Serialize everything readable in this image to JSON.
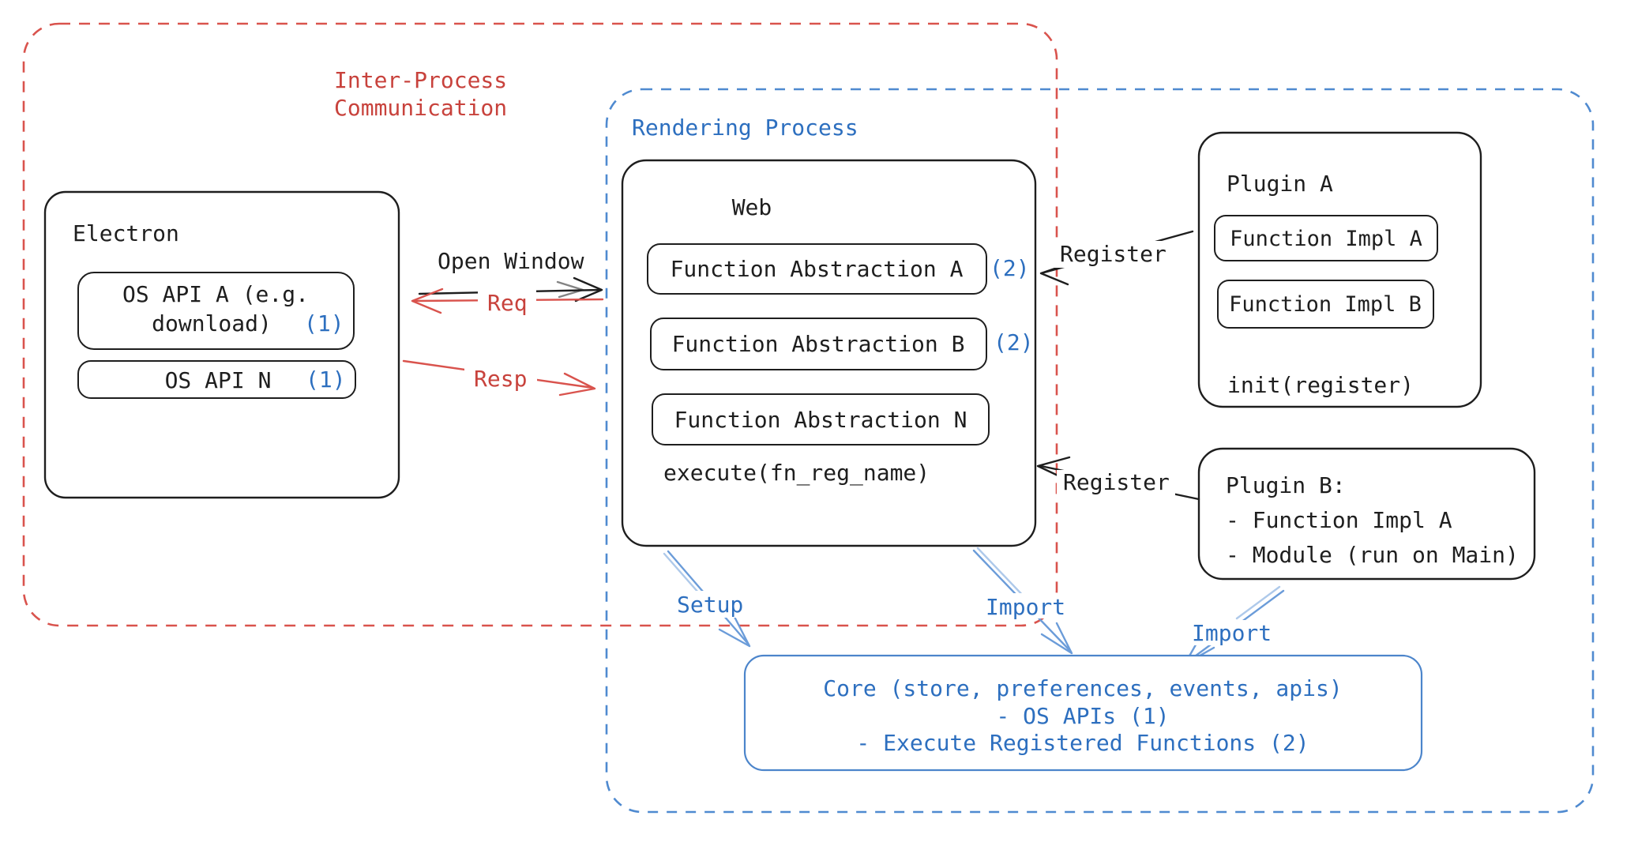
{
  "canvas": {
    "width": "2074",
    "height": "1066",
    "background": "#ffffff"
  },
  "colors": {
    "ink": "#1e1e1e",
    "red_text": "#c8423c",
    "red_dash": "#d9534d",
    "red_arrow": "#d9534d",
    "blue_text": "#2d6fbf",
    "blue_dash": "#4f8ad0",
    "blue_arrow": "#6b9cd9",
    "core_border": "#4c85cb"
  },
  "ipc": {
    "title_line1": "Inter-Process",
    "title_line2": "Communication"
  },
  "rendering": {
    "title": "Rendering Process"
  },
  "electron": {
    "title": "Electron",
    "api_a": {
      "line1": "OS API A (e.g.",
      "line2": "download)",
      "ref": "(1)"
    },
    "api_n": {
      "label": "OS API N",
      "ref": "(1)"
    }
  },
  "web": {
    "title": "Web",
    "abstractions": [
      {
        "label": "Function Abstraction A",
        "ref": "(2)"
      },
      {
        "label": "Function Abstraction B",
        "ref": "(2)"
      },
      {
        "label": "Function Abstraction N",
        "ref": ""
      }
    ],
    "execute_label": "execute(fn_reg_name)"
  },
  "plugin_a": {
    "title": "Plugin A",
    "impl_a": "Function Impl A",
    "impl_b": "Function Impl B",
    "init_label": "init(register)"
  },
  "plugin_b": {
    "title": "Plugin B:",
    "item1": "- Function Impl A",
    "item2": "- Module (run on Main)"
  },
  "core": {
    "line1": "Core (store, preferences, events, apis)",
    "line2": "- OS APIs (1)",
    "line3": "- Execute Registered Functions (2)"
  },
  "arrows": {
    "open_window": "Open Window",
    "req": "Req",
    "resp": "Resp",
    "register_top": "Register",
    "register_bottom": "Register",
    "setup": "Setup",
    "import_mid": "Import",
    "import_right": "Import"
  }
}
